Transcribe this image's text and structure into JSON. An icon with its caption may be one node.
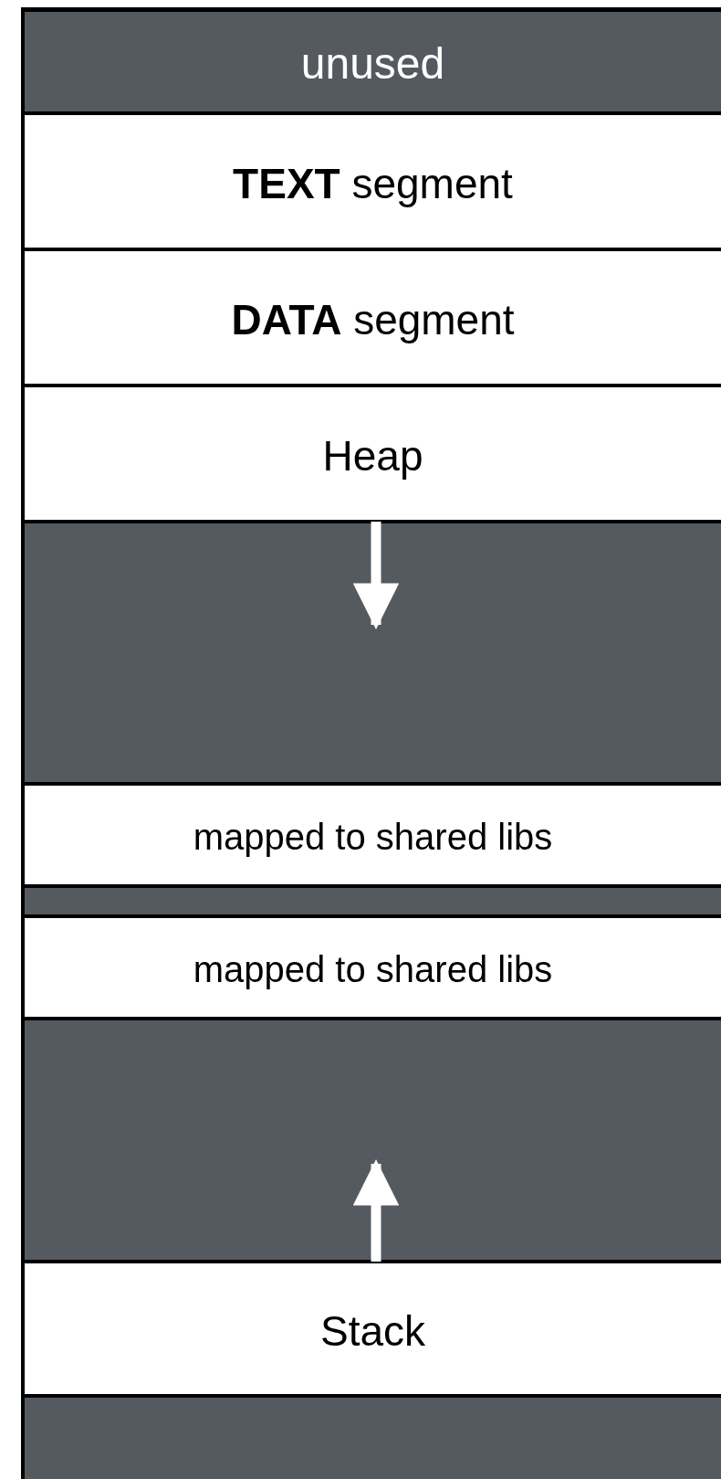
{
  "diagram": {
    "nodes": [
      {
        "text": [
          "unused"
        ]
      },
      {
        "text": [
          "**TEXT** segment"
        ]
      },
      {
        "text": [
          "**DATA** segment"
        ]
      },
      {
        "text": [
          "Heap"
        ]
      },
      {
        "text": [],
        "shape": "bar"
      },
      {
        "text": [
          "mapped to shared libs"
        ]
      },
      {
        "text": [],
        "shape": "bar"
      },
      {
        "text": [
          "mapped to shared libs"
        ]
      },
      {
        "text": [],
        "shape": "bar"
      },
      {
        "text": [
          "Stack"
        ]
      },
      {
        "text": [],
        "shape": "bar"
      }
    ],
    "edges": [
      {
        "from": 3,
        "to": 4,
        "arrow": "to"
      },
      {
        "from": 9,
        "to": 8,
        "arrow": "to"
      }
    ]
  }
}
